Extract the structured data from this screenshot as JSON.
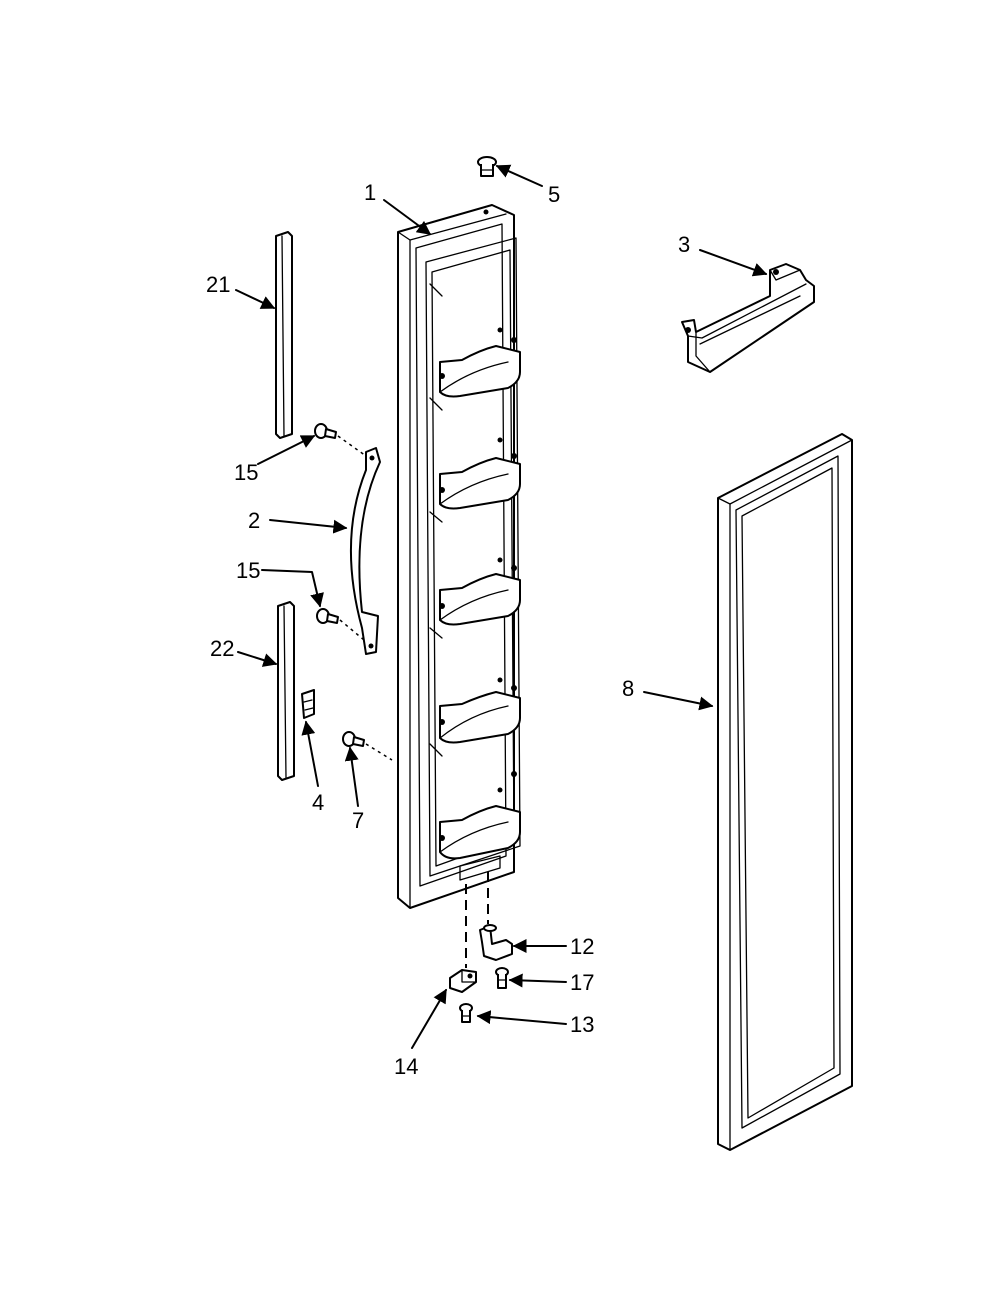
{
  "callouts": [
    {
      "id": "c1",
      "text": "1"
    },
    {
      "id": "c5",
      "text": "5"
    },
    {
      "id": "c3",
      "text": "3"
    },
    {
      "id": "c21",
      "text": "21"
    },
    {
      "id": "c15a",
      "text": "15"
    },
    {
      "id": "c2",
      "text": "2"
    },
    {
      "id": "c15b",
      "text": "15"
    },
    {
      "id": "c22",
      "text": "22"
    },
    {
      "id": "c4",
      "text": "4"
    },
    {
      "id": "c7",
      "text": "7"
    },
    {
      "id": "c8",
      "text": "8"
    },
    {
      "id": "c12",
      "text": "12"
    },
    {
      "id": "c17",
      "text": "17"
    },
    {
      "id": "c13",
      "text": "13"
    },
    {
      "id": "c14",
      "text": "14"
    }
  ]
}
